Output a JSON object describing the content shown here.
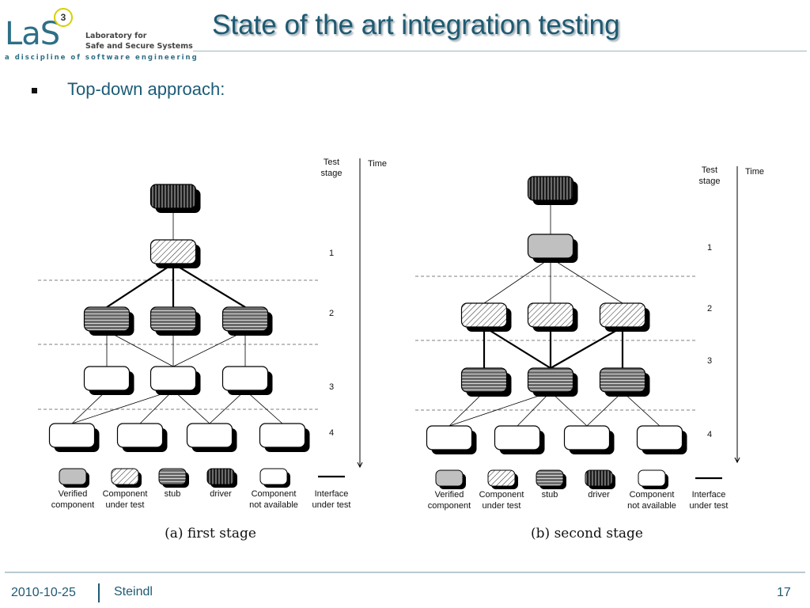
{
  "header": {
    "title": "State of the art integration testing",
    "logo": {
      "text": "LaS",
      "superscript": "3",
      "subtitle_line1": "Laboratory for",
      "subtitle_line2": "Safe and Secure Systems",
      "tagline": "a discipline of software engineering"
    }
  },
  "body": {
    "bullet": "Top-down approach:"
  },
  "figure": {
    "time_label": "Time",
    "test_stage_label_line1": "Test",
    "test_stage_label_line2": "stage",
    "stage_numbers": [
      "1",
      "2",
      "3",
      "4"
    ],
    "legend": [
      {
        "type": "verified",
        "line1": "Verified",
        "line2": "component"
      },
      {
        "type": "cut",
        "line1": "Component",
        "line2": "under test"
      },
      {
        "type": "stub",
        "line1": "stub",
        "line2": ""
      },
      {
        "type": "driver",
        "line1": "driver",
        "line2": ""
      },
      {
        "type": "na",
        "line1": "Component",
        "line2": "not available"
      },
      {
        "type": "interface",
        "line1": "Interface",
        "line2": "under test"
      }
    ],
    "panels": [
      {
        "caption": "(a)  first stage",
        "levels": [
          {
            "stage": "",
            "nodes": [
              "driver"
            ]
          },
          {
            "stage": "1",
            "nodes": [
              "cut"
            ]
          },
          {
            "stage": "2",
            "nodes": [
              "stub",
              "stub",
              "stub"
            ]
          },
          {
            "stage": "3",
            "nodes": [
              "na",
              "na",
              "na"
            ]
          },
          {
            "stage": "4",
            "nodes": [
              "na",
              "na",
              "na",
              "na"
            ]
          }
        ]
      },
      {
        "caption": "(b)  second stage",
        "levels": [
          {
            "stage": "",
            "nodes": [
              "driver"
            ]
          },
          {
            "stage": "1",
            "nodes": [
              "verified"
            ]
          },
          {
            "stage": "2",
            "nodes": [
              "cut",
              "cut",
              "cut"
            ]
          },
          {
            "stage": "3",
            "nodes": [
              "stub",
              "stub",
              "stub"
            ]
          },
          {
            "stage": "4",
            "nodes": [
              "na",
              "na",
              "na",
              "na"
            ]
          }
        ]
      }
    ]
  },
  "footer": {
    "date": "2010-10-25",
    "author": "Steindl",
    "page": "17"
  },
  "colors": {
    "title": "#1e5a72",
    "accent": "#2e6f86",
    "verified_fill": "#c0c0c0"
  }
}
